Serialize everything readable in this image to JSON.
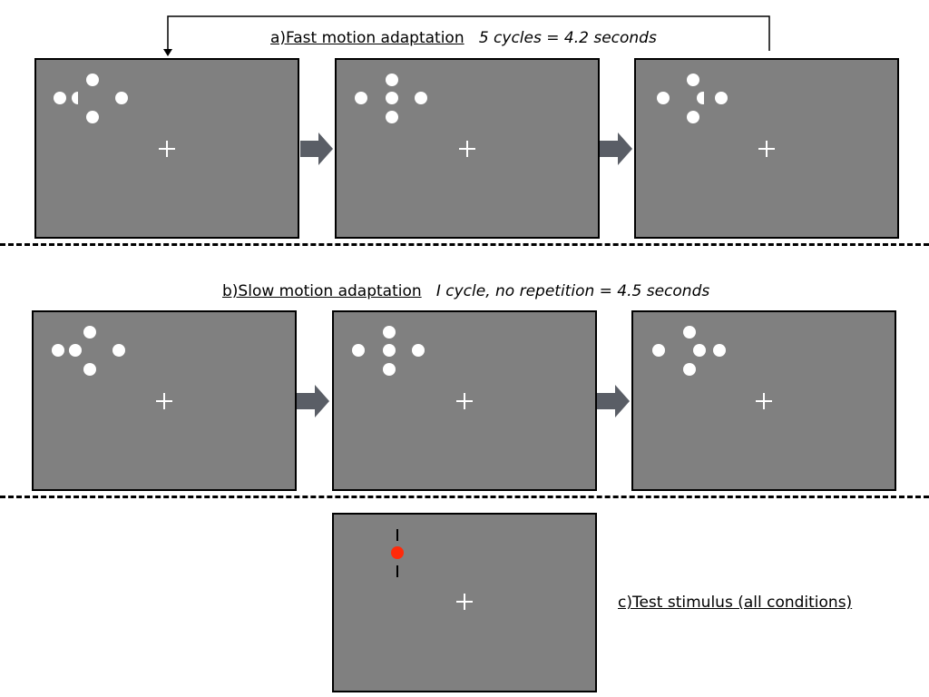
{
  "panel_a": {
    "title": "a)Fast motion adaptation",
    "detail": "5 cycles = 4.2 seconds"
  },
  "panel_b": {
    "title": "b)Slow motion adaptation",
    "detail": "I cycle, no repetition = 4.5 seconds"
  },
  "panel_c": {
    "title": "c)Test stimulus (all conditions)"
  },
  "colors": {
    "frame_gray": "#808080",
    "dot_white": "#ffffff",
    "arrow_gray": "#5a5e66",
    "test_dot_red": "#ff2a0a"
  }
}
